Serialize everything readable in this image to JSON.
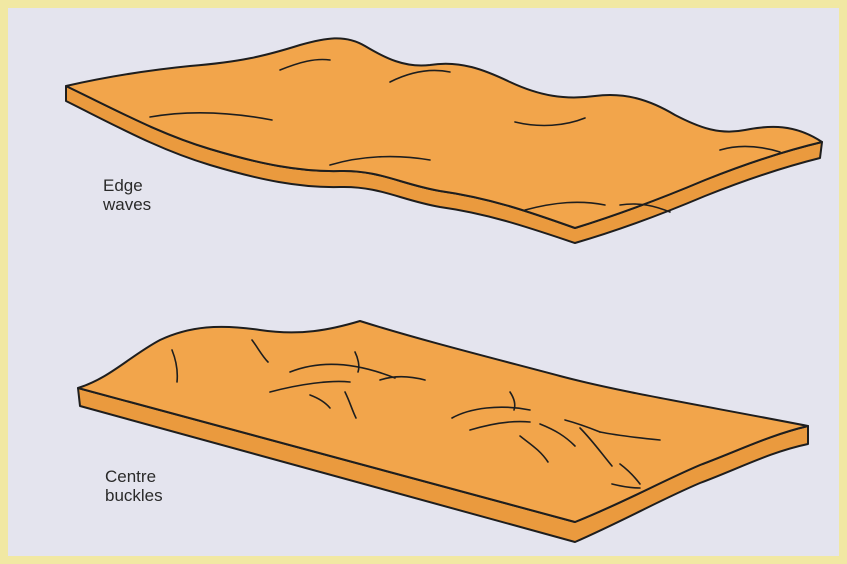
{
  "labels": {
    "edge_waves": [
      "Edge",
      "waves"
    ],
    "centre_buckles": [
      "Centre",
      "buckles"
    ]
  },
  "colors": {
    "background": "#e4e4ee",
    "border": "#f1e8a3",
    "sheet_top": "#f2a54b",
    "sheet_side": "#ea9a3e",
    "outline": "#1e1e1e"
  }
}
